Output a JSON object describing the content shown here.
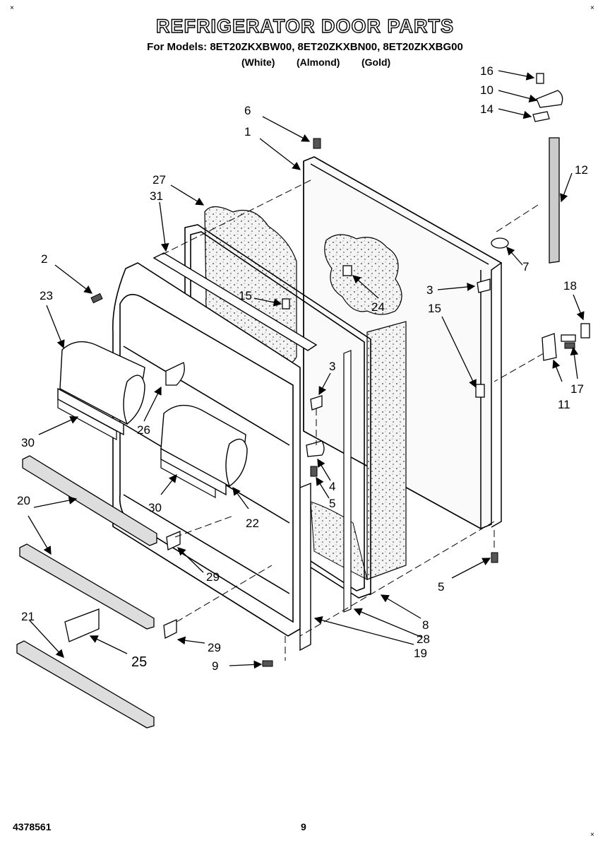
{
  "header": {
    "title": "REFRIGERATOR DOOR PARTS",
    "models_line": "For Models: 8ET20ZKXBW00, 8ET20ZKXBN00, 8ET20ZKXBG00",
    "variant_white": "(White)",
    "variant_almond": "(Almond)",
    "variant_gold": "(Gold)"
  },
  "footer": {
    "doc_number": "4378561",
    "page_number": "9"
  },
  "corner_mark": "×",
  "callouts": [
    "16",
    "10",
    "14",
    "6",
    "1",
    "12",
    "27",
    "31",
    "7",
    "2",
    "3",
    "15",
    "24",
    "23",
    "18",
    "3",
    "15",
    "26",
    "30",
    "11",
    "17",
    "4",
    "5",
    "30",
    "22",
    "20",
    "29",
    "5",
    "8",
    "28",
    "21",
    "29",
    "25",
    "19",
    "9"
  ]
}
